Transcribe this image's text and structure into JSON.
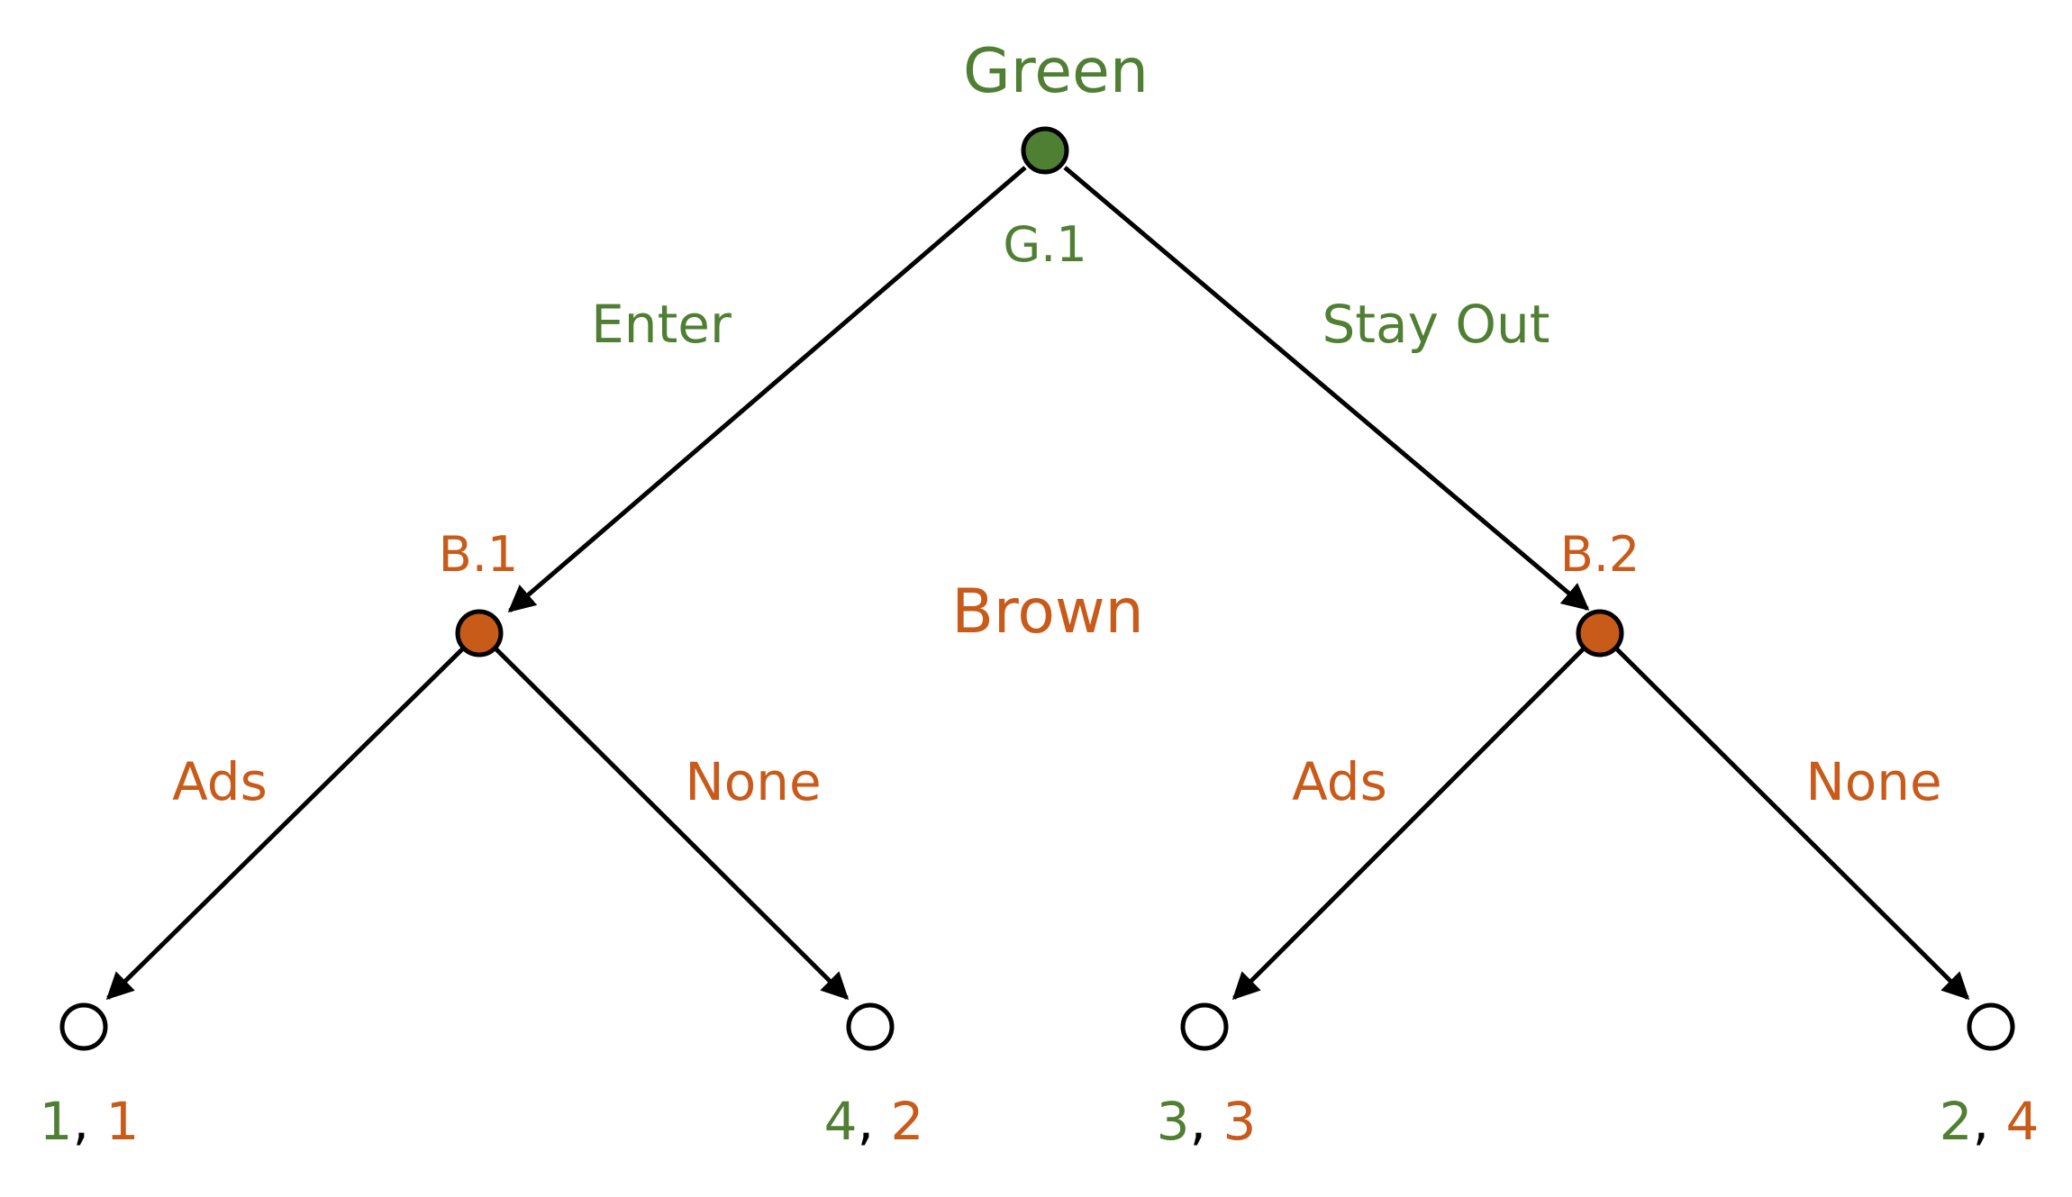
{
  "colors": {
    "green": "#4f7f33",
    "brown": "#c85a1a",
    "edge": "#000000",
    "terminal_fill": "#ffffff"
  },
  "players": {
    "green": "Green",
    "brown": "Brown"
  },
  "nodes": {
    "root": {
      "label": "G.1",
      "player": "green"
    },
    "b1": {
      "label": "B.1",
      "player": "brown"
    },
    "b2": {
      "label": "B.2",
      "player": "brown"
    }
  },
  "edges": {
    "enter": "Enter",
    "stay_out": "Stay Out",
    "b1_ads": "Ads",
    "b1_none": "None",
    "b2_ads": "Ads",
    "b2_none": "None"
  },
  "payoffs": [
    {
      "green": "1",
      "sep": ",",
      "brown": "1"
    },
    {
      "green": "4",
      "sep": ",",
      "brown": "2"
    },
    {
      "green": "3",
      "sep": ",",
      "brown": "3"
    },
    {
      "green": "2",
      "sep": ",",
      "brown": "4"
    }
  ]
}
